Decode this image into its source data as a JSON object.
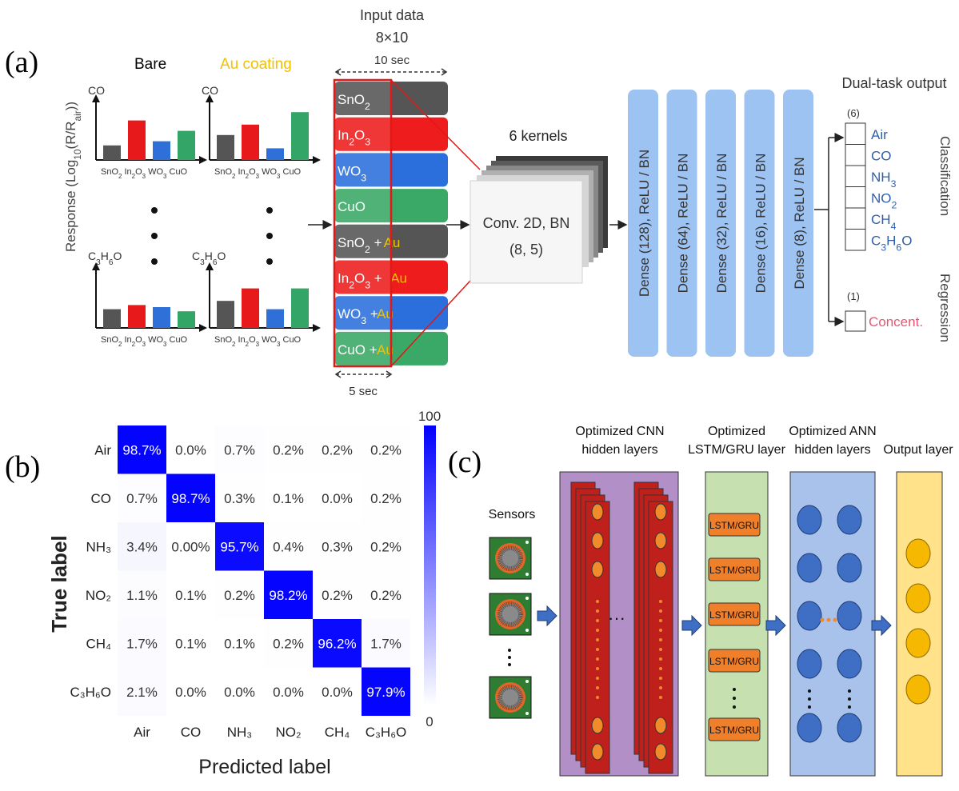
{
  "panel_a": {
    "label": "(a)",
    "bare_title": "Bare",
    "au_title": "Au coating",
    "y_axis_label": "Response (Log10(R/Rair))",
    "gas_top": "CO",
    "gas_bottom": "C3H6O",
    "bar_xlabels": "SnO2 In2O3 WO3 CuO",
    "bar_charts": [
      {
        "values": [
          0.35,
          0.95,
          0.45,
          0.7
        ]
      },
      {
        "values": [
          0.6,
          0.85,
          0.28,
          1.15
        ]
      },
      {
        "values": [
          0.45,
          0.55,
          0.5,
          0.4
        ]
      },
      {
        "values": [
          0.65,
          0.95,
          0.45,
          0.95
        ]
      }
    ],
    "bar_colors": [
      "#555555",
      "#e8191a",
      "#2f6fd8",
      "#33a667"
    ],
    "input_title": "Input data",
    "input_dims": "8×10",
    "time_10": "10 sec",
    "time_5": "5 sec",
    "rows": [
      {
        "sensor": "SnO2",
        "au": "",
        "color": "#555555"
      },
      {
        "sensor": "In2O3",
        "au": "",
        "color": "#ee1c1c"
      },
      {
        "sensor": "WO3",
        "au": "",
        "color": "#2a6fdb"
      },
      {
        "sensor": "CuO",
        "au": "",
        "color": "#3aa866"
      },
      {
        "sensor": "SnO2 +",
        "au": "Au",
        "color": "#555555"
      },
      {
        "sensor": "In2O3 +",
        "au": "Au",
        "color": "#ee1c1c"
      },
      {
        "sensor": "WO3 +",
        "au": "Au",
        "color": "#2a6fdb"
      },
      {
        "sensor": "CuO +",
        "au": "Au",
        "color": "#3aa866"
      }
    ],
    "kernels_label": "6 kernels",
    "conv_line1": "Conv. 2D, BN",
    "conv_line2": "(8, 5)",
    "dense_layers": [
      "Dense (128), ReLU / BN",
      "Dense (64), ReLU / BN",
      "Dense (32), ReLU / BN",
      "Dense (16), ReLU / BN",
      "Dense (8), ReLU / BN"
    ],
    "output_title": "Dual-task output",
    "class_count": "(6)",
    "classes": [
      "Air",
      "CO",
      "NH3",
      "NO2",
      "CH4",
      "C3H6O"
    ],
    "classification_label": "Classification",
    "reg_count": "(1)",
    "reg_output": "Concent.",
    "regression_label": "Regression"
  },
  "panel_b": {
    "label": "(b)",
    "y_title": "True label",
    "x_title": "Predicted label",
    "colorbar_max": "100",
    "colorbar_min": "0",
    "row_labels": [
      "Air",
      "CO",
      "NH₃",
      "NO₂",
      "CH₄",
      "C₃H₆O"
    ],
    "col_labels": [
      "Air",
      "CO",
      "NH₃",
      "NO₂",
      "CH₄",
      "C₃H₆O"
    ],
    "cells": [
      [
        "98.7%",
        "0.0%",
        "0.7%",
        "0.2%",
        "0.2%",
        "0.2%"
      ],
      [
        "0.7%",
        "98.7%",
        "0.3%",
        "0.1%",
        "0.0%",
        "0.2%"
      ],
      [
        "3.4%",
        "0.00%",
        "95.7%",
        "0.4%",
        "0.3%",
        "0.2%"
      ],
      [
        "1.1%",
        "0.1%",
        "0.2%",
        "98.2%",
        "0.2%",
        "0.2%"
      ],
      [
        "1.7%",
        "0.1%",
        "0.1%",
        "0.2%",
        "96.2%",
        "1.7%"
      ],
      [
        "2.1%",
        "0.0%",
        "0.0%",
        "0.0%",
        "0.0%",
        "97.9%"
      ]
    ]
  },
  "panel_c": {
    "label": "(c)",
    "sensors_label": "Sensors",
    "cnn_label_1": "Optimized CNN",
    "cnn_label_2": "hidden layers",
    "lstm_label_1": "Optimized",
    "lstm_label_2": "LSTM/GRU layer",
    "ann_label_1": "Optimized ANN",
    "ann_label_2": "hidden layers",
    "output_label": "Output layer",
    "lstm_cell": "LSTM/GRU"
  },
  "colors": {
    "dense_blue": "#9dc3f2",
    "cnn_bg": "#b28fc6",
    "lstm_bg": "#c6e0b0",
    "ann_bg": "#a9c2ec",
    "out_bg": "#ffe28a",
    "class_text": "#2e5fa8",
    "conc_text": "#e85570",
    "au_yellow": "#f2c100"
  }
}
